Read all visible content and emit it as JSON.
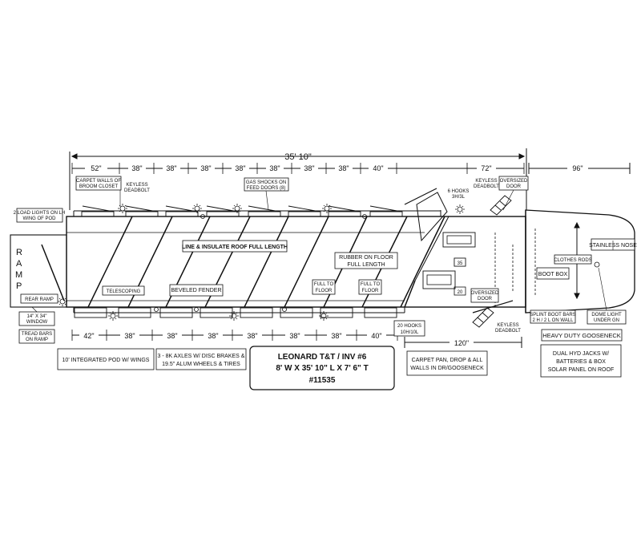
{
  "overall_length": "35' 10\"",
  "top_dims": [
    "52\"",
    "38\"",
    "38\"",
    "38\"",
    "38\"",
    "38\"",
    "38\"",
    "38\"",
    "40\"",
    "72\""
  ],
  "nose_dim": "96\"",
  "bottom_dims": [
    "42\"",
    "38\"",
    "38\"",
    "38\"",
    "38\"",
    "38\"",
    "38\"",
    "40\""
  ],
  "bottom_120": "120\"",
  "ramp_letters": [
    "R",
    "A",
    "M",
    "P"
  ],
  "labels": {
    "load_lights": [
      "2 LOAD LIGHTS ON LH",
      "WING OF POD"
    ],
    "carpet_walls": [
      "CARPET WALLS OF",
      "BROOM CLOSET"
    ],
    "keyless_top_left": [
      "KEYLESS",
      "DEADBOLT"
    ],
    "gas_shocks": [
      "GAS SHOCKS ON",
      "FEED DOORS (8)"
    ],
    "hooks_6": [
      "6 HOOKS",
      "3H/3L"
    ],
    "keyless_top_right": [
      "KEYLESS",
      "DEADBOLT"
    ],
    "oversized_top": [
      "OVERSIZED",
      "DOOR"
    ],
    "stainless_nose": "STAINLESS NOSE",
    "clothes_rods": "CLOTHES RODS",
    "boot_box": "BOOT BOX",
    "line_insulate": "LINE & INSULATE ROOF FULL LENGTH",
    "rubber_floor": [
      "RUBBER ON FLOOR",
      "FULL LENGTH"
    ],
    "telescoping": "TELESCOPING",
    "beveled_fender": "BEVELED FENDER",
    "full_to_floor_1": [
      "FULL TO",
      "FLOOR"
    ],
    "full_to_floor_2": [
      "FULL TO",
      "FLOOR"
    ],
    "rear_ramp": "REAR RAMP",
    "oversized_bottom": [
      "OVERSIZED",
      "DOOR"
    ],
    "split_boot_bars": [
      "SPLINT BOOT BARS",
      "2 H / 2 L ON WALL"
    ],
    "dome_light": [
      "DOME LIGHT",
      "UNDER GN"
    ],
    "window": [
      "14\" X 34\"",
      "WINDOW"
    ],
    "tread_bars": [
      "TREAD BARS",
      "ON RAMP"
    ],
    "hooks_20": [
      "20 HOOKS",
      "10H/10L"
    ],
    "keyless_bottom": [
      "KEYLESS",
      "DEADBOLT"
    ],
    "heavy_duty": "HEAVY DUTY GOOSENECK",
    "integrated_pod": "10' INTEGRATED POD W/ WINGS",
    "axles": [
      "3 - 8K AXLES W/ DISC BRAKES &",
      "19.5\" ALUM WHEELS & TIRES"
    ],
    "carpet_pan": [
      "CARPET PAN, DROP & ALL",
      "WALLS IN DR/GOOSENECK"
    ],
    "dual_hyd": [
      "DUAL HYD JACKS W/",
      "BATTERIES & BOX",
      "SOLAR PANEL ON ROOF"
    ],
    "num_35": "35",
    "num_20": "20"
  },
  "title_box": {
    "line1": "LEONARD T&T / INV #6",
    "line2": "8' W X 35' 10\" L X 7' 6\" T",
    "line3": "#11535"
  }
}
